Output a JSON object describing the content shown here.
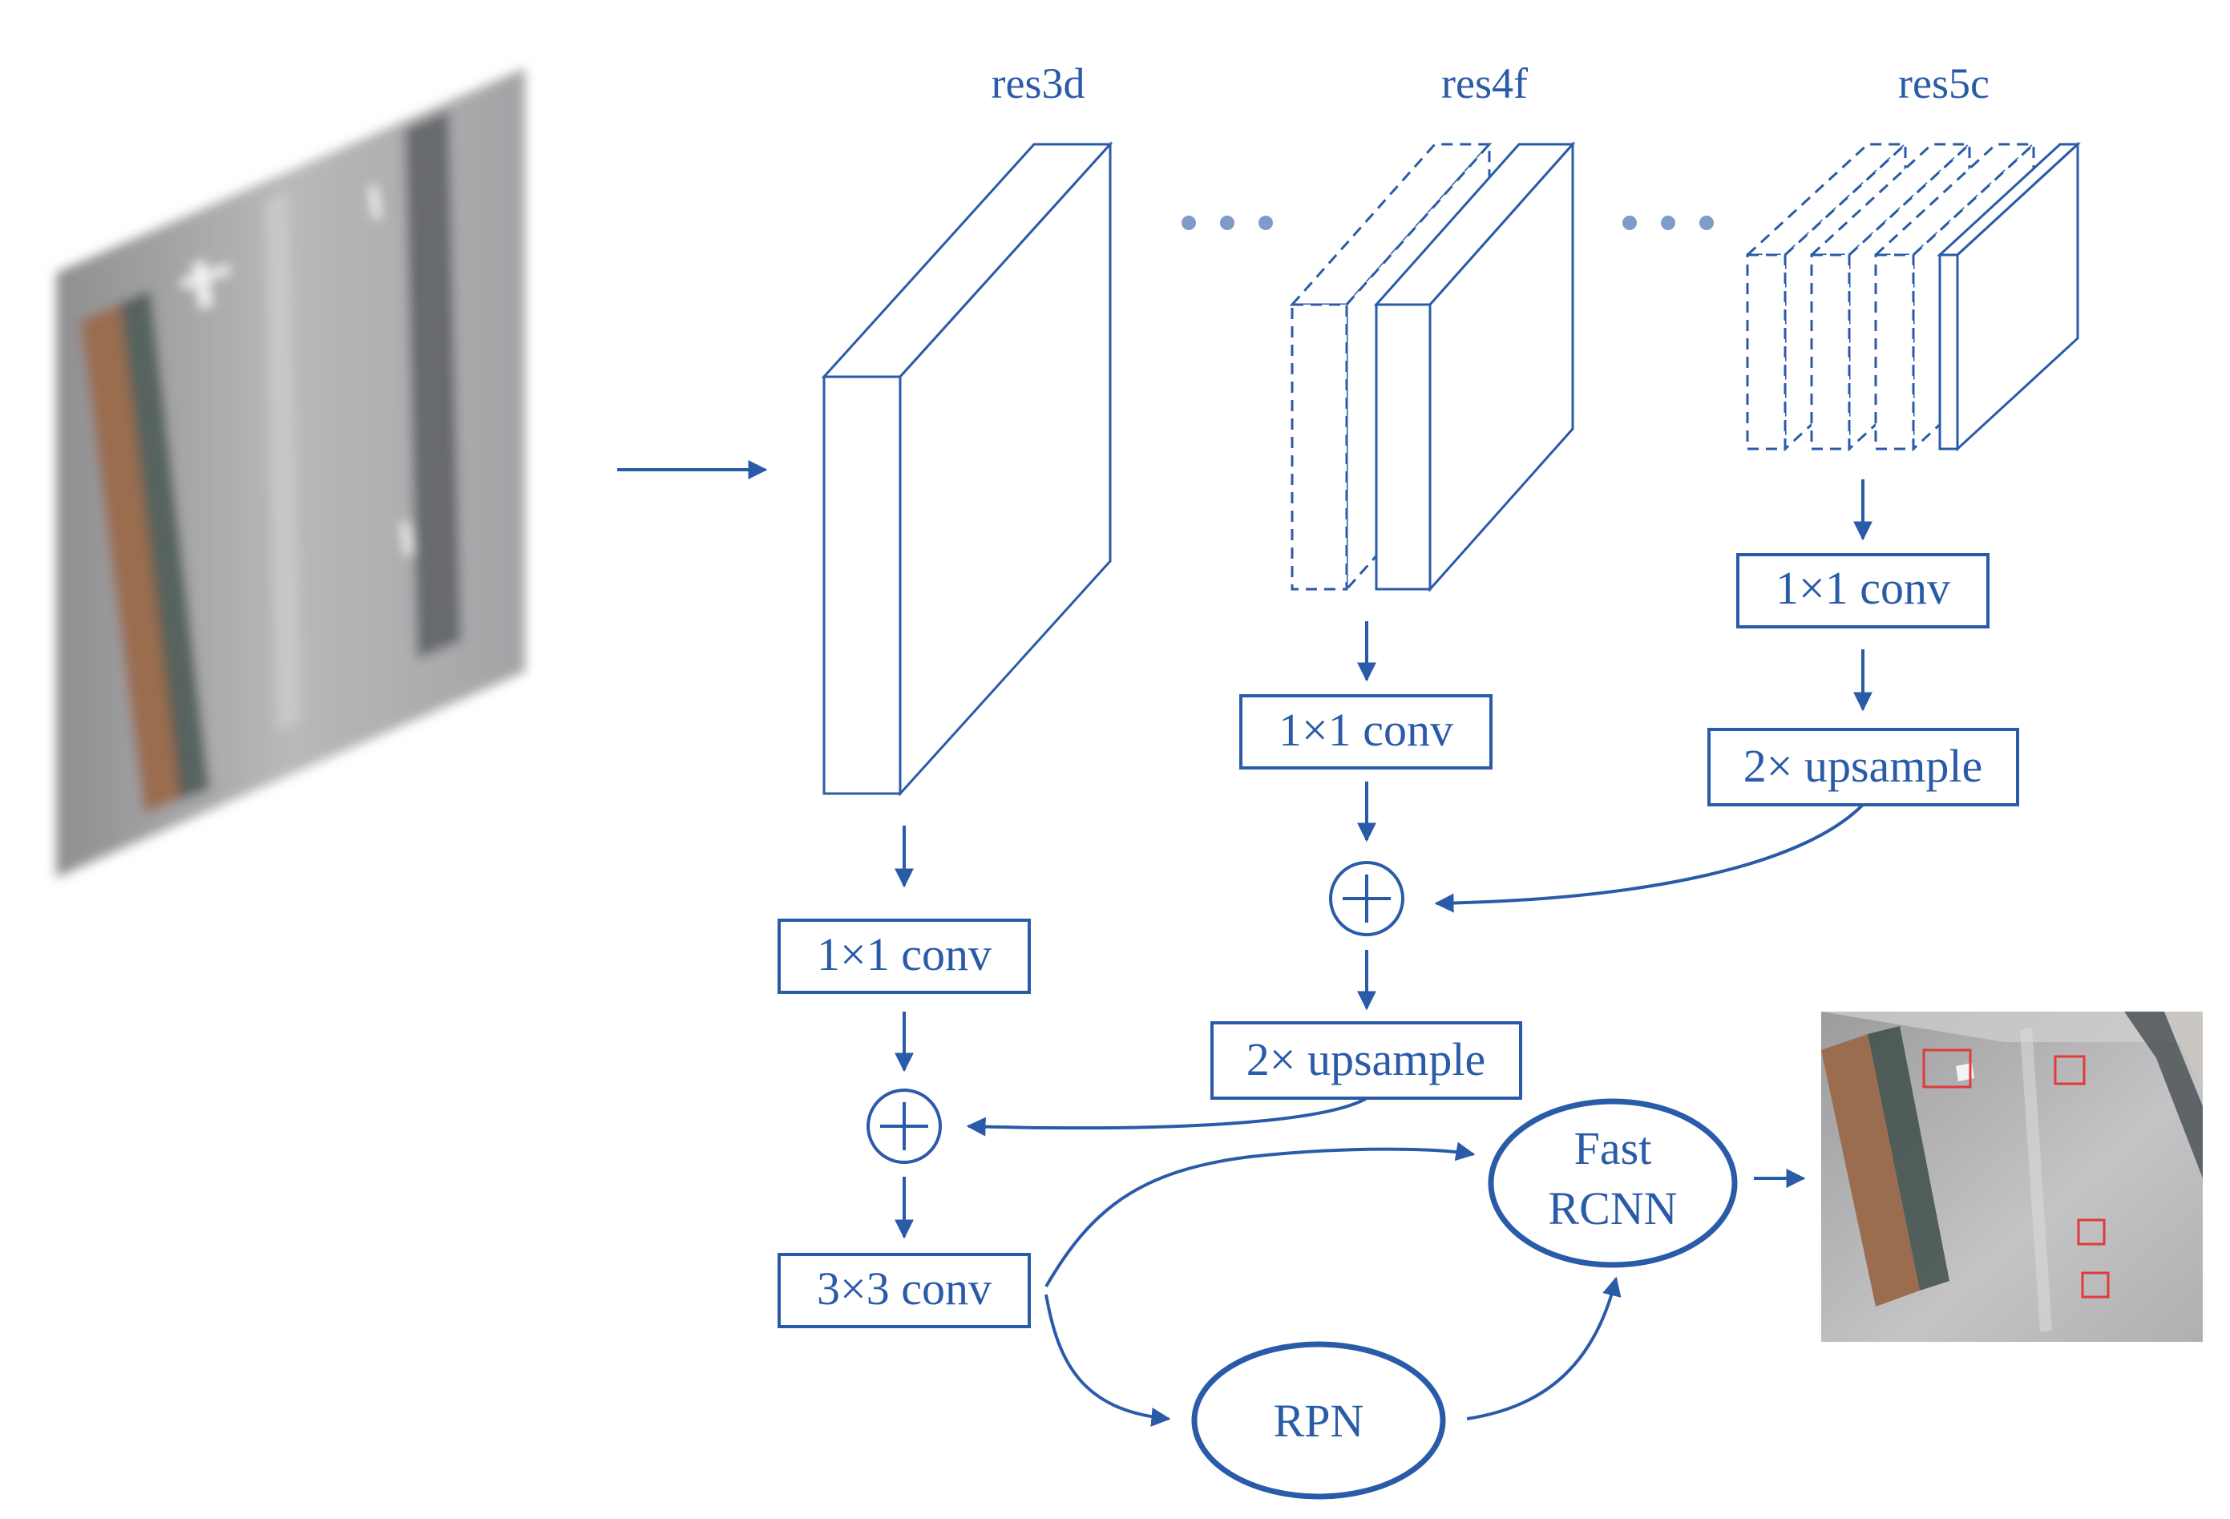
{
  "layers": {
    "res3d": "res3d",
    "res4f": "res4f",
    "res5c": "res5c"
  },
  "ellipsis": "•••",
  "boxes": {
    "conv_res5c": "1×1 conv",
    "upsample_res5c": "2× upsample",
    "conv_res4f": "1×1 conv",
    "upsample_res4f": "2× upsample",
    "conv_res3d": "1×1 conv",
    "conv_3x3": "3×3 conv"
  },
  "nodes": {
    "rpn": "RPN",
    "fast_rcnn_line1": "Fast",
    "fast_rcnn_line2": "RCNN"
  },
  "colors": {
    "accent": "#2a5ba8",
    "dots": "#7f9cc9",
    "detection_box": "#e03a3a"
  },
  "icons": {
    "merge": "circle-plus-icon",
    "input_image": "aerial-airport-image",
    "output_image": "aerial-airport-detections-image"
  }
}
